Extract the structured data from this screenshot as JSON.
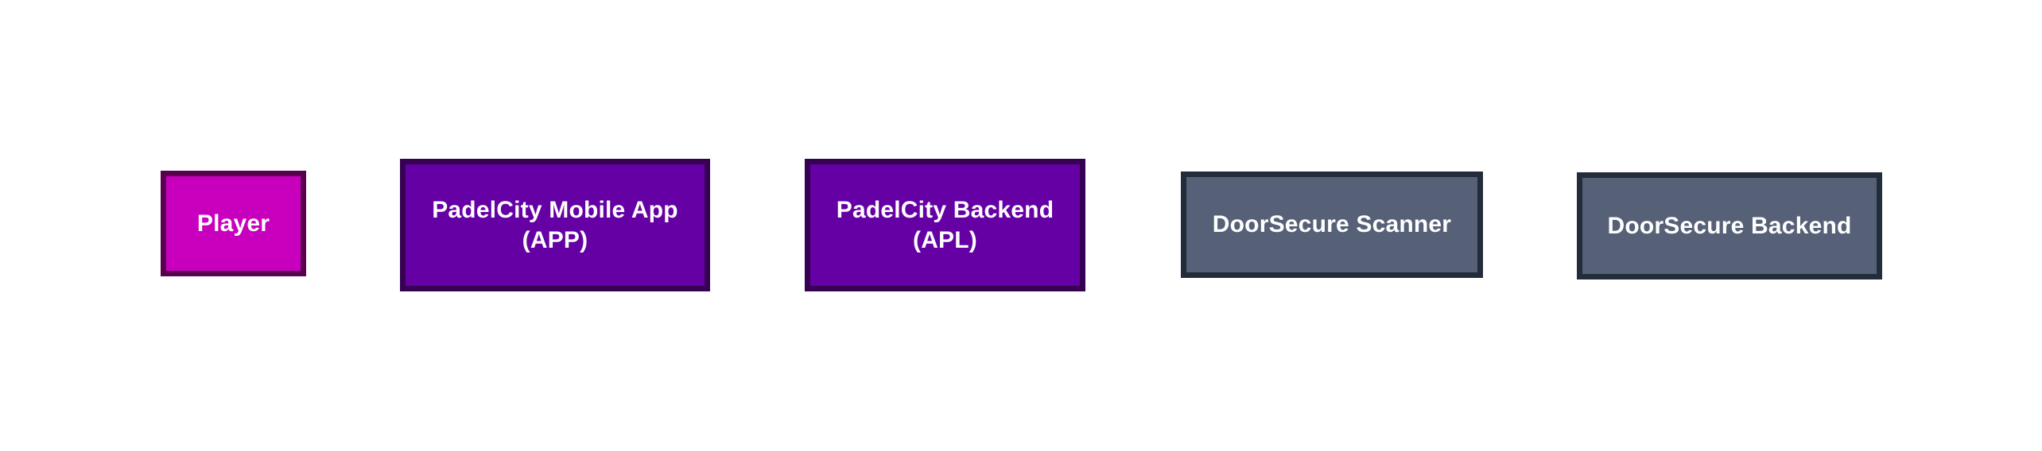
{
  "diagram": {
    "type": "participant-row",
    "background": "#FFFFFF",
    "participants": [
      {
        "id": "player",
        "label": "Player",
        "fill": "#C800BE",
        "stroke": "#5B0051",
        "text_color": "#FFFFFF"
      },
      {
        "id": "padelcity-mobile-app",
        "label": "PadelCity Mobile App\n(APP)",
        "fill": "#6500A5",
        "stroke": "#370153",
        "text_color": "#FFFFFF"
      },
      {
        "id": "padelcity-backend",
        "label": "PadelCity Backend\n(APL)",
        "fill": "#6500A5",
        "stroke": "#370153",
        "text_color": "#FFFFFF"
      },
      {
        "id": "doorsecure-scanner",
        "label": "DoorSecure Scanner",
        "fill": "#566177",
        "stroke": "#232C3B",
        "text_color": "#FFFFFF"
      },
      {
        "id": "doorsecure-backend",
        "label": "DoorSecure Backend",
        "fill": "#566177",
        "stroke": "#232C3B",
        "text_color": "#FFFFFF"
      }
    ]
  }
}
